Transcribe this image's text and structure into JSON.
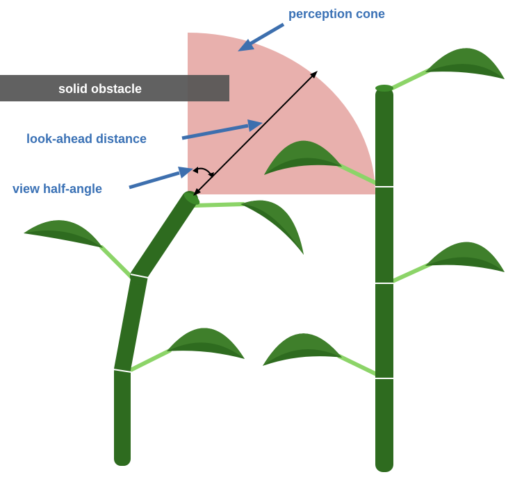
{
  "labels": {
    "perception_cone": "perception cone",
    "solid_obstacle": "solid obstacle",
    "look_ahead_distance": "look-ahead distance",
    "view_half_angle": "view half-angle"
  },
  "colors": {
    "label_blue": "#3a71b5",
    "arrow_blue": "#3d6fae",
    "cone_fill": "#e8b0ad",
    "obstacle_fill": "#555555",
    "obstacle_text": "#ffffff",
    "stem_dark": "#2e6b1f",
    "leaf_light": "#3f7f2b",
    "petiole_light": "#8cd468",
    "measure_black": "#000000"
  }
}
